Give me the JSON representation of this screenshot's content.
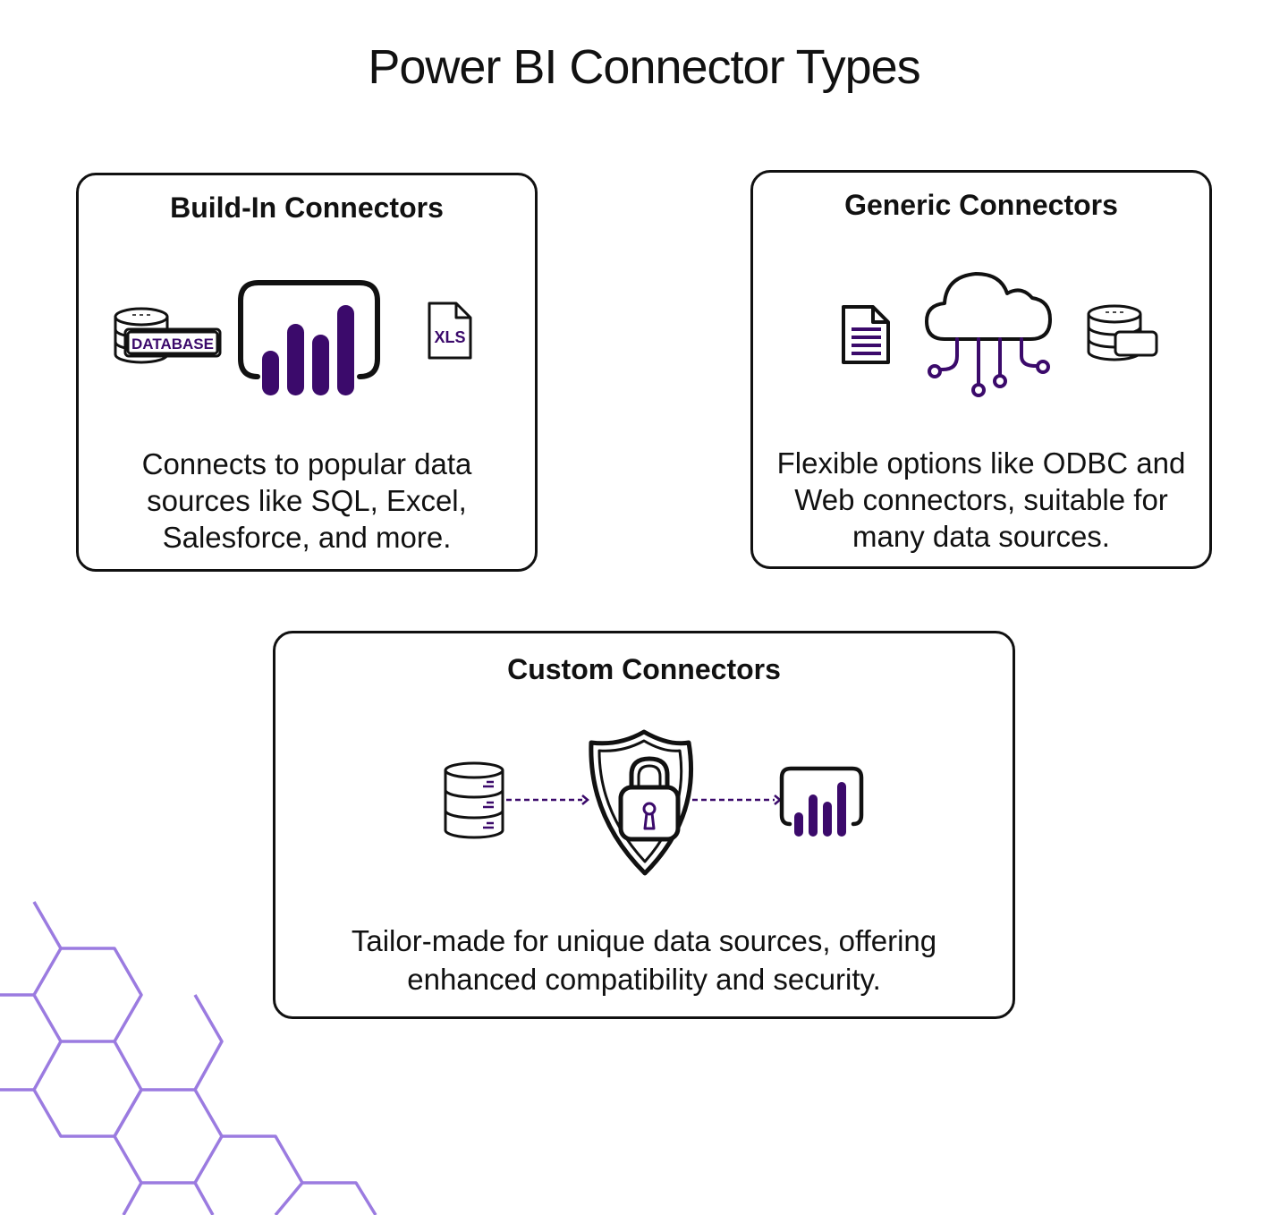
{
  "title": "Power BI Connector Types",
  "colors": {
    "accent": "#3b0a6b",
    "hex_pattern": "#9b7be0",
    "border": "#111111"
  },
  "cards": [
    {
      "title": "Build-In Connectors",
      "description": "Connects to popular data sources like SQL, Excel, Salesforce, and more.",
      "icons": [
        "database-icon",
        "power-bi-chart-icon",
        "xls-file-icon"
      ],
      "database_label": "DATABASE",
      "xls_label": "XLS"
    },
    {
      "title": "Generic Connectors",
      "description": "Flexible options like ODBC and Web connectors, suitable for many data sources.",
      "icons": [
        "document-icon",
        "cloud-network-icon",
        "database-icon"
      ]
    },
    {
      "title": "Custom Connectors",
      "description": "Tailor-made for unique data sources, offering enhanced compatibility and security.",
      "icons": [
        "server-icon",
        "shield-lock-icon",
        "power-bi-chart-icon"
      ]
    }
  ]
}
